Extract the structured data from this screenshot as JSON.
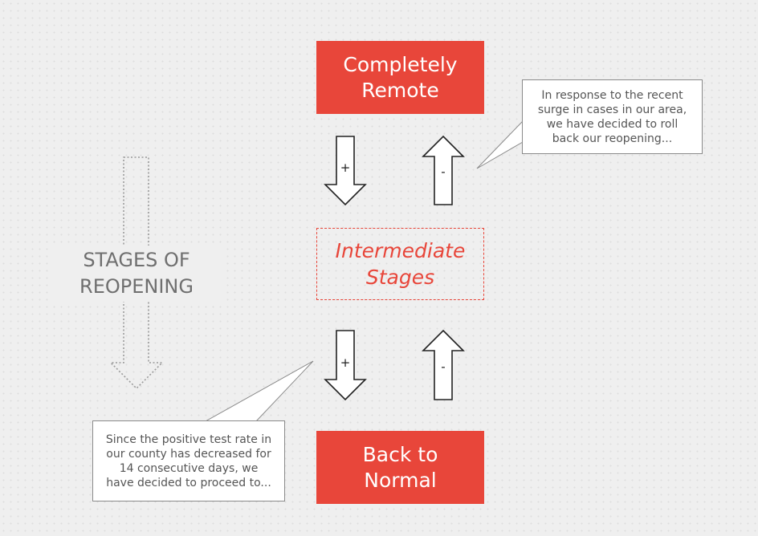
{
  "nodes": {
    "completely_remote": "Completely\nRemote",
    "intermediate": "Intermediate\nStages",
    "back_to_normal": "Back to\nNormal"
  },
  "side_label": "STAGES OF\nREOPENING",
  "arrow_signs": {
    "top_down": "+",
    "top_up": "-",
    "bottom_down": "+",
    "bottom_up": "-"
  },
  "callouts": {
    "top": "In response to the recent\nsurge in cases in our area,\nwe have decided to roll\nback our reopening...",
    "bottom": "Since the positive test rate in\nour county has decreased for\n14 consecutive days, we\nhave decided to proceed to..."
  },
  "colors": {
    "accent": "#e8463a",
    "background": "#efefef"
  }
}
